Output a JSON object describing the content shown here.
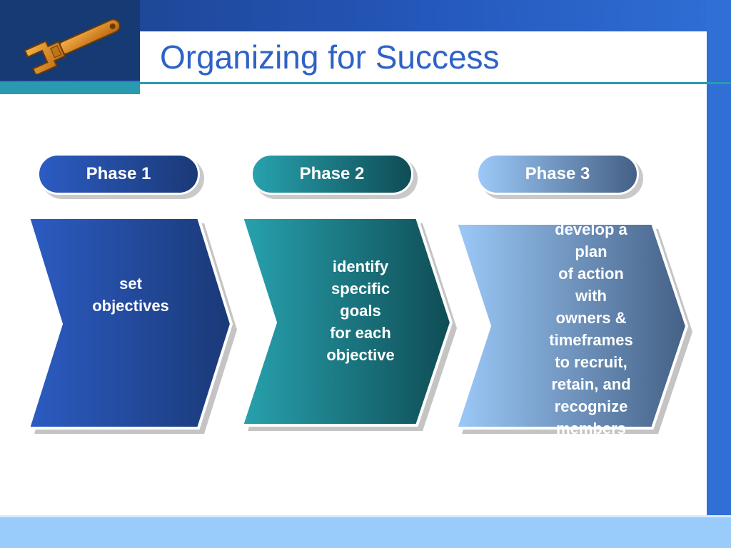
{
  "title": "Organizing for Success",
  "icons": {
    "logo": "wrench-icon"
  },
  "colors": {
    "header_blue": "#2456b8",
    "title_blue": "#2e62c6",
    "teal": "#2a9ab0",
    "footer_light_blue": "#99ccfb"
  },
  "phases": [
    {
      "label": "Phase 1",
      "text": "set\nobjectives",
      "colors": {
        "start": "#2c5cc3",
        "end": "#1a3977"
      }
    },
    {
      "label": "Phase 2",
      "text": "identify\nspecific\ngoals\n for each\nobjective",
      "colors": {
        "start": "#27a2ae",
        "end": "#0f4c55"
      }
    },
    {
      "label": "Phase 3",
      "text": "develop a\nplan\n of action\nwith\nowners &\ntimeframes\nto  recruit,\nretain, and\nrecognize\nmembers",
      "colors": {
        "start": "#9cc9f8",
        "end": "#446085"
      }
    }
  ]
}
